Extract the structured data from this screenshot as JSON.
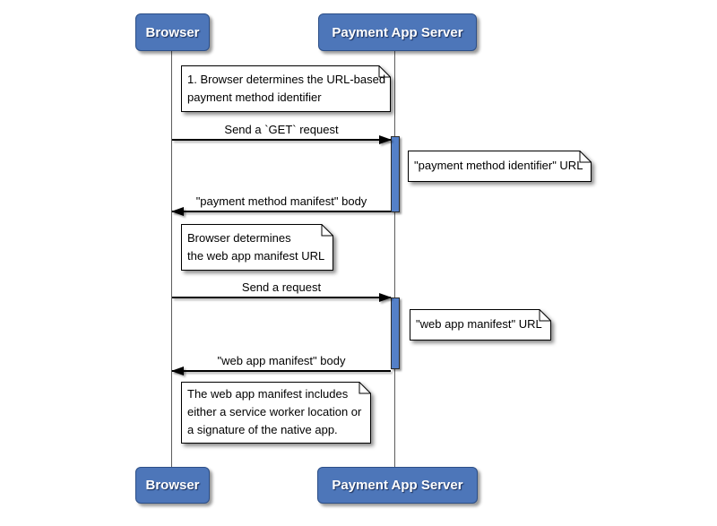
{
  "diagram": {
    "type": "sequence-diagram",
    "participants": [
      {
        "label": "Browser"
      },
      {
        "label": "Payment App Server"
      }
    ],
    "messages": [
      {
        "label": "Send a `GET` request",
        "from": "Browser",
        "to": "Payment App Server",
        "direction": "right"
      },
      {
        "label": "\"payment method manifest\" body",
        "from": "Payment App Server",
        "to": "Browser",
        "direction": "left"
      },
      {
        "label": "Send a request",
        "from": "Browser",
        "to": "Payment App Server",
        "direction": "right"
      },
      {
        "label": "\"web app manifest\" body",
        "from": "Payment App Server",
        "to": "Browser",
        "direction": "left"
      }
    ],
    "notes": [
      {
        "text": "1. Browser determines the URL-based\npayment method identifier",
        "attached_to": "Browser"
      },
      {
        "text": "\"payment method identifier\" URL",
        "attached_to": "Payment App Server"
      },
      {
        "text": "Browser determines\nthe web app manifest URL",
        "attached_to": "Browser"
      },
      {
        "text": "\"web app manifest\" URL",
        "attached_to": "Payment App Server"
      },
      {
        "text": "The web app manifest includes\neither a service worker location or\na signature of the native app.",
        "attached_to": "Browser"
      }
    ],
    "colors": {
      "participant_fill": "#4d76b9",
      "participant_border": "#2d4f87",
      "participant_text": "#ffffff",
      "activation_fill": "#5480c8",
      "note_fill": "#ffffff",
      "message_line": "#000000",
      "lifeline": "#5c5c5c",
      "background": "#ffffff"
    }
  }
}
